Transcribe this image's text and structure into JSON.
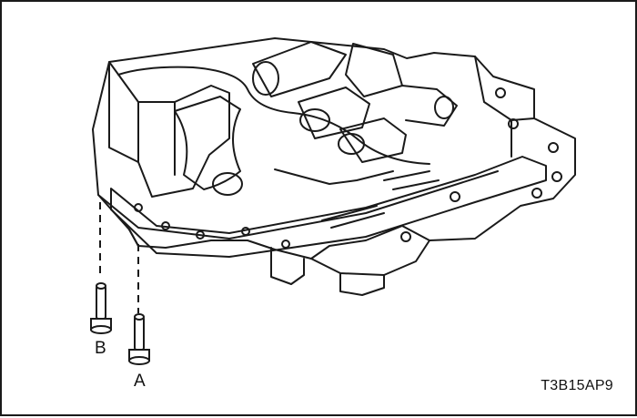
{
  "figure": {
    "code": "T3B15AP9",
    "callouts": [
      {
        "id": "A",
        "text": "A"
      },
      {
        "id": "B",
        "text": "B"
      }
    ]
  },
  "colors": {
    "line": "#1a1a1a",
    "shade": "#9a9a9a",
    "paper": "#ffffff"
  },
  "icons": {
    "main": "valve-body-assembly",
    "fastener": "bolt-icon"
  }
}
